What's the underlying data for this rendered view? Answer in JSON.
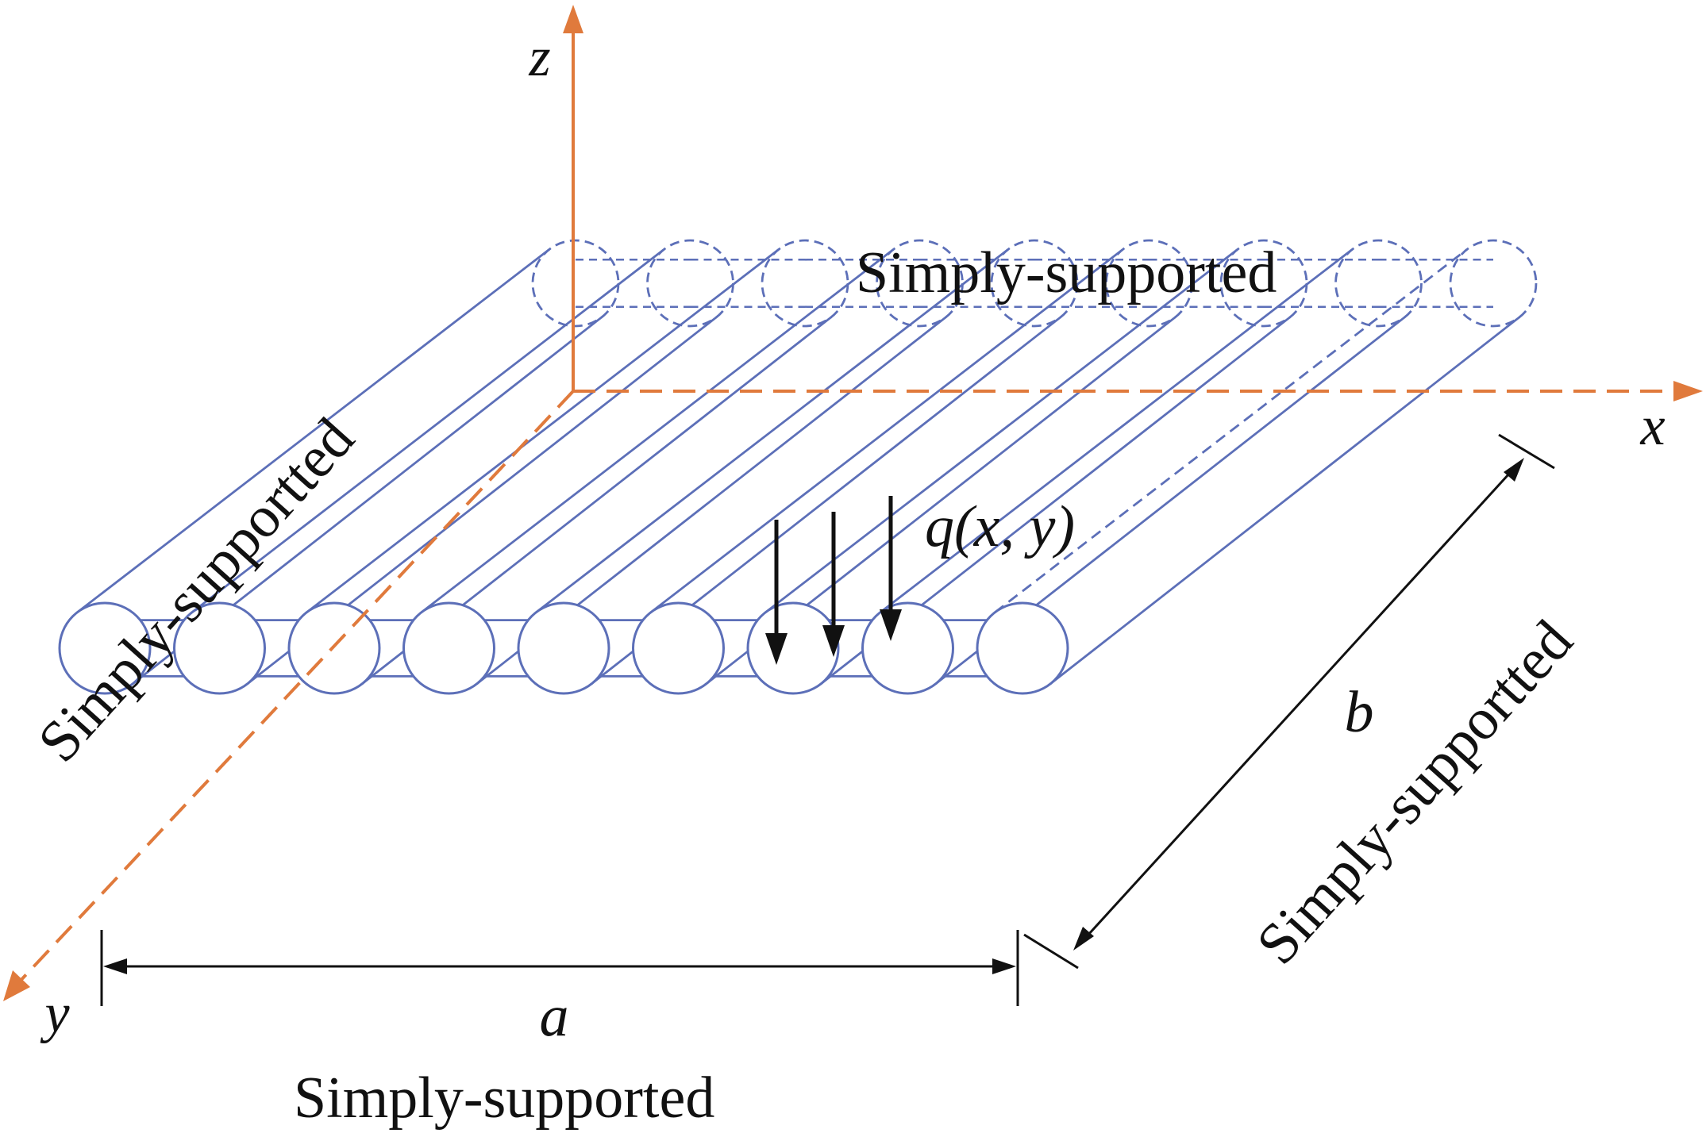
{
  "labels": {
    "top_edge": "Simply-supported",
    "bottom_edge": "Simply-supported",
    "left_edge": "Simply-supportted",
    "right_edge": "Simply-supportted",
    "load": "q(x, y)",
    "dim_a": "a",
    "dim_b": "b",
    "axis_x": "x",
    "axis_y": "y",
    "axis_z": "z"
  },
  "plate": {
    "tube_count": 9
  },
  "load": {
    "arrow_count": 3
  },
  "colors": {
    "axis": "#E07A3C",
    "tube": "#5C6FB8",
    "dimension": "#111111",
    "load_arrow": "#111111",
    "background": "#FFFFFF"
  }
}
